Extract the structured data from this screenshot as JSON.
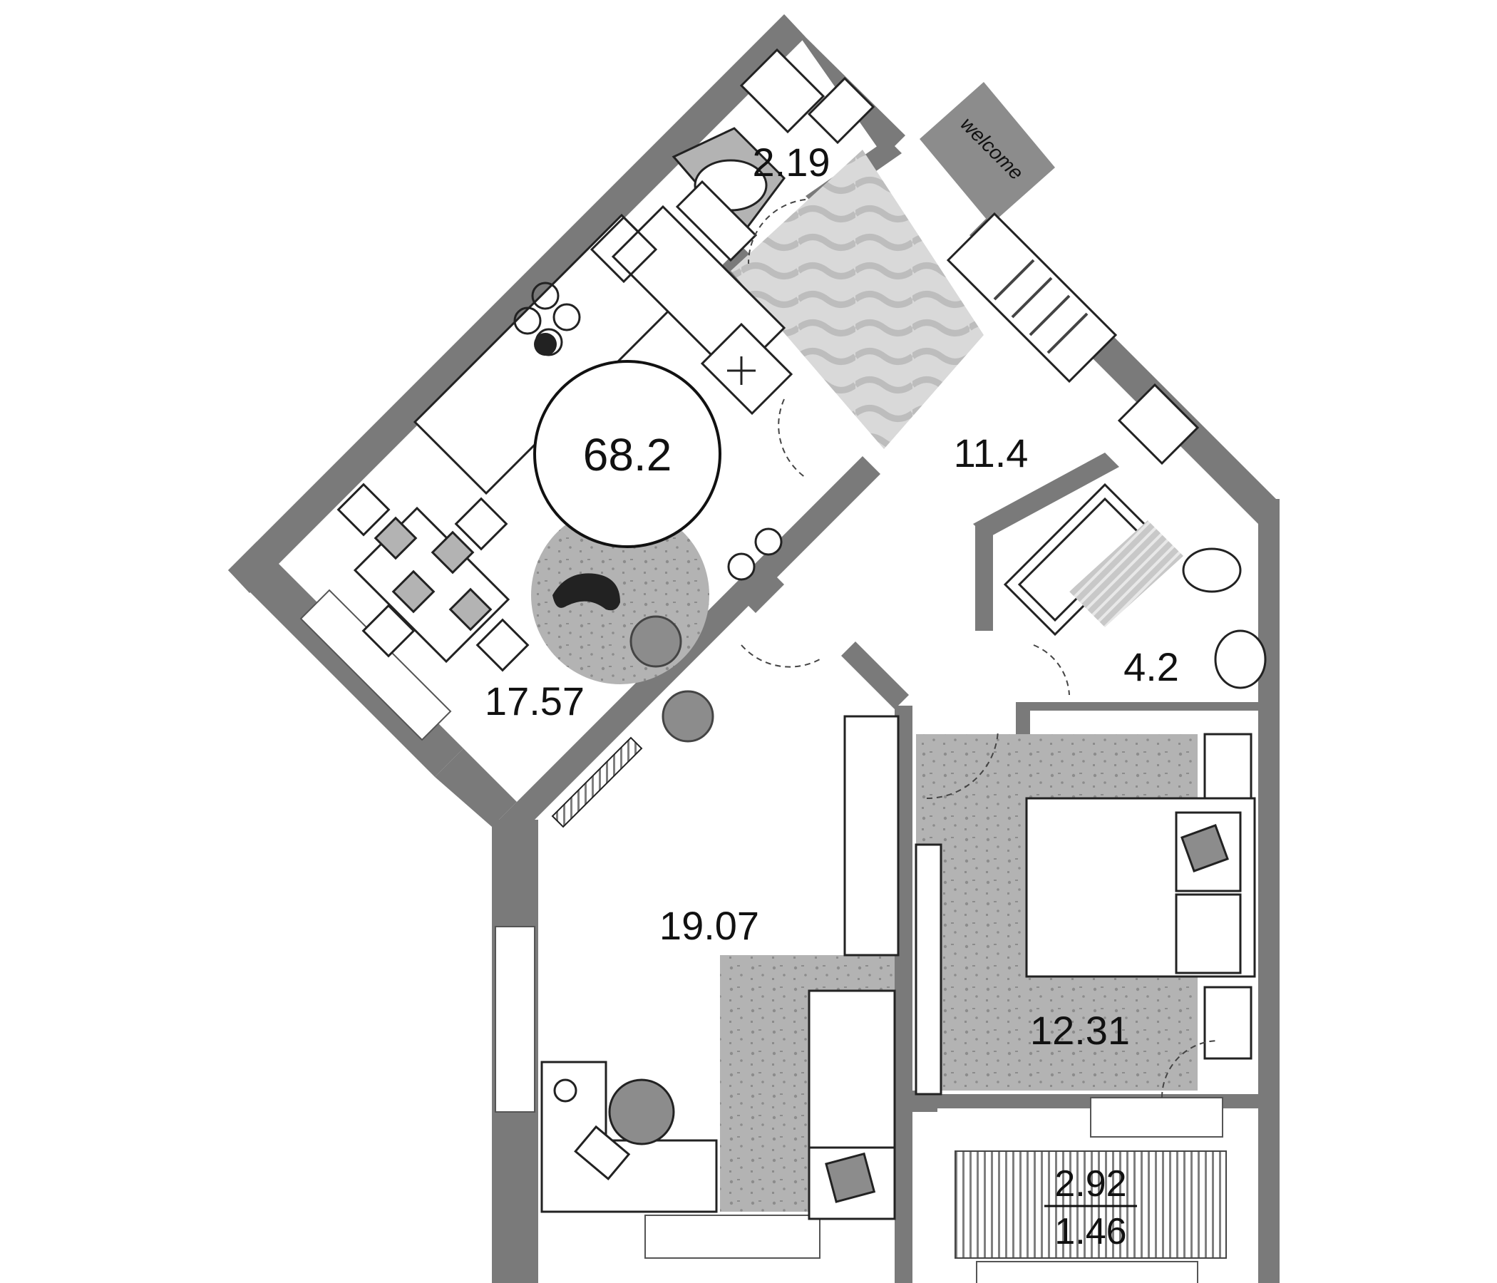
{
  "plan": {
    "total_area": "68.2",
    "rooms": [
      {
        "id": "bathroom-small",
        "area": "2.19"
      },
      {
        "id": "kitchen-living",
        "area": "17.57"
      },
      {
        "id": "hallway",
        "area": "11.4"
      },
      {
        "id": "bathroom",
        "area": "4.2"
      },
      {
        "id": "living-room",
        "area": "19.07"
      },
      {
        "id": "bedroom",
        "area": "12.31"
      }
    ],
    "balcony": {
      "area": "2.92",
      "reduced_area": "1.46"
    },
    "doormat_text": "welcome"
  },
  "colors": {
    "wall": "#7a7a7a",
    "floor_light": "#ffffff",
    "carpet": "#b3b3b3",
    "hall_pattern": "#cfcfcf",
    "outline": "#222222"
  }
}
